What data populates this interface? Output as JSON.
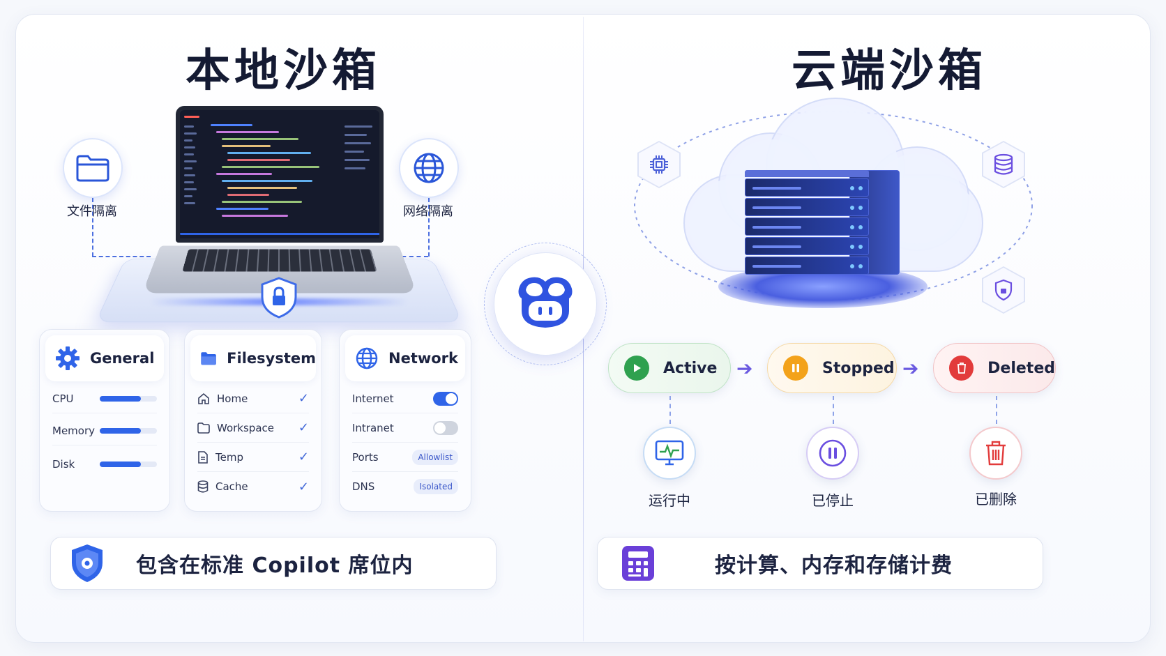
{
  "left": {
    "title": "本地沙箱",
    "features": {
      "file": "文件隔离",
      "network": "网络隔离"
    },
    "cards": {
      "general": {
        "title": "General",
        "rows": [
          {
            "label": "CPU",
            "level": 0.72
          },
          {
            "label": "Memory",
            "level": 0.72
          },
          {
            "label": "Disk",
            "level": 0.72
          }
        ]
      },
      "filesystem": {
        "title": "Filesystem",
        "rows": [
          {
            "label": "Home",
            "checked": true
          },
          {
            "label": "Workspace",
            "checked": true
          },
          {
            "label": "Temp",
            "checked": true
          },
          {
            "label": "Cache",
            "checked": true
          }
        ]
      },
      "network": {
        "title": "Network",
        "rows": [
          {
            "label": "Internet",
            "state": "on"
          },
          {
            "label": "Intranet",
            "state": "off"
          },
          {
            "label": "Ports",
            "badge": "Allowlist"
          },
          {
            "label": "DNS",
            "badge": "Isolated"
          }
        ]
      }
    },
    "footer": "包含在标准 Copilot 席位内"
  },
  "right": {
    "title": "云端沙箱",
    "states": [
      {
        "label": "Active",
        "color": "#2fa14f",
        "sub": "运行中"
      },
      {
        "label": "Stopped",
        "color": "#f3a21a",
        "sub": "已停止"
      },
      {
        "label": "Deleted",
        "color": "#e23b3b",
        "sub": "已删除"
      }
    ],
    "arrow": "➔",
    "footer": "按计算、内存和存储计费"
  },
  "colors": {
    "accent": "#2f64e8",
    "purple": "#6a4ee0"
  },
  "icons": [
    "folder-icon",
    "globe-icon",
    "lock-shield-icon",
    "gear-icon",
    "home-icon",
    "file-icon",
    "database-icon",
    "chip-icon",
    "copilot-logo-icon",
    "monitor-icon",
    "pause-icon",
    "trash-icon",
    "calculator-icon"
  ]
}
